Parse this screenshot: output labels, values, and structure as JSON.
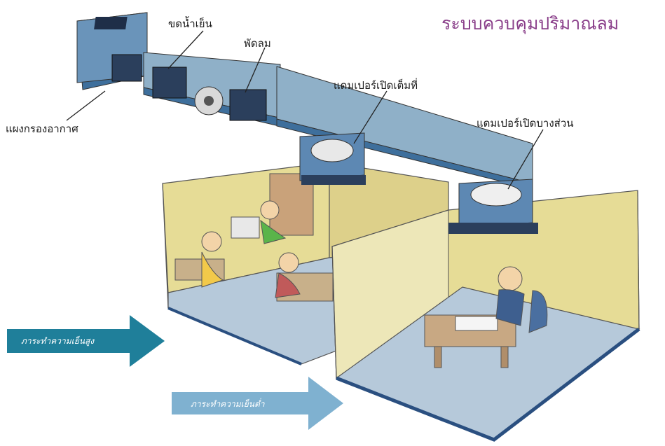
{
  "title": "ระบบควบคุมปริมาณลม",
  "labels": {
    "air_filter": "แผงกรองอากาศ",
    "cooling_coil": "ขดน้ำเย็น",
    "fan": "พัดลม",
    "damper_full": "แดมเปอร์เปิดเต็มที่",
    "damper_partial": "แดมเปอร์เปิดบางส่วน"
  },
  "arrows": {
    "high_load": "ภาระทำความเย็นสูง",
    "low_load": "ภาระทำความเย็นต่ำ"
  },
  "colors": {
    "title": "#8a3f8a",
    "duct_top": "#8fb0c8",
    "duct_side": "#3e6f9c",
    "wall": "#e6dc96",
    "floor": "#b4c8da",
    "arrow_high": "#1f7f9a",
    "arrow_low": "#7fb1d0"
  }
}
